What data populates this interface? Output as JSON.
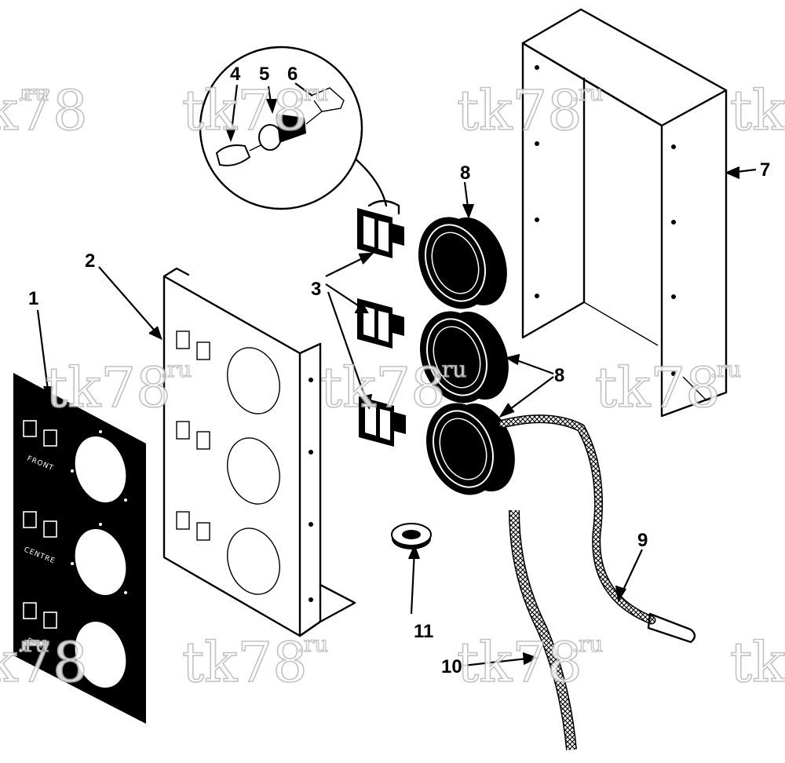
{
  "watermark": {
    "text": "tk78",
    "suffix": ".ru"
  },
  "callouts": {
    "c1": "1",
    "c2": "2",
    "c3": "3",
    "c4": "4",
    "c5": "5",
    "c6": "6",
    "c7": "7",
    "c8a": "8",
    "c8b": "8",
    "c9": "9",
    "c10": "10",
    "c11": "11"
  },
  "panel_labels": {
    "front": "FRONT",
    "centre": "CENTRE",
    "rear": "REAR"
  },
  "colors": {
    "ink": "#000000",
    "paper": "#ffffff",
    "watermark": "#b8b8b8"
  }
}
